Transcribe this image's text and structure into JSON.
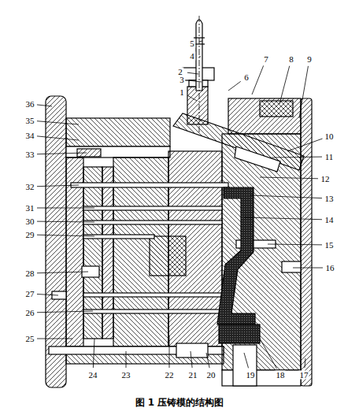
{
  "diagram": {
    "caption": "图 1 压铸模的结构图",
    "labels": [
      "1",
      "2",
      "3",
      "4",
      "5",
      "6",
      "7",
      "8",
      "9",
      "10",
      "11",
      "12",
      "13",
      "14",
      "15",
      "16",
      "17",
      "18",
      "19",
      "20",
      "21",
      "22",
      "23",
      "24",
      "25",
      "26",
      "27",
      "28",
      "29",
      "30",
      "31",
      "32",
      "33",
      "34",
      "35",
      "36"
    ]
  }
}
